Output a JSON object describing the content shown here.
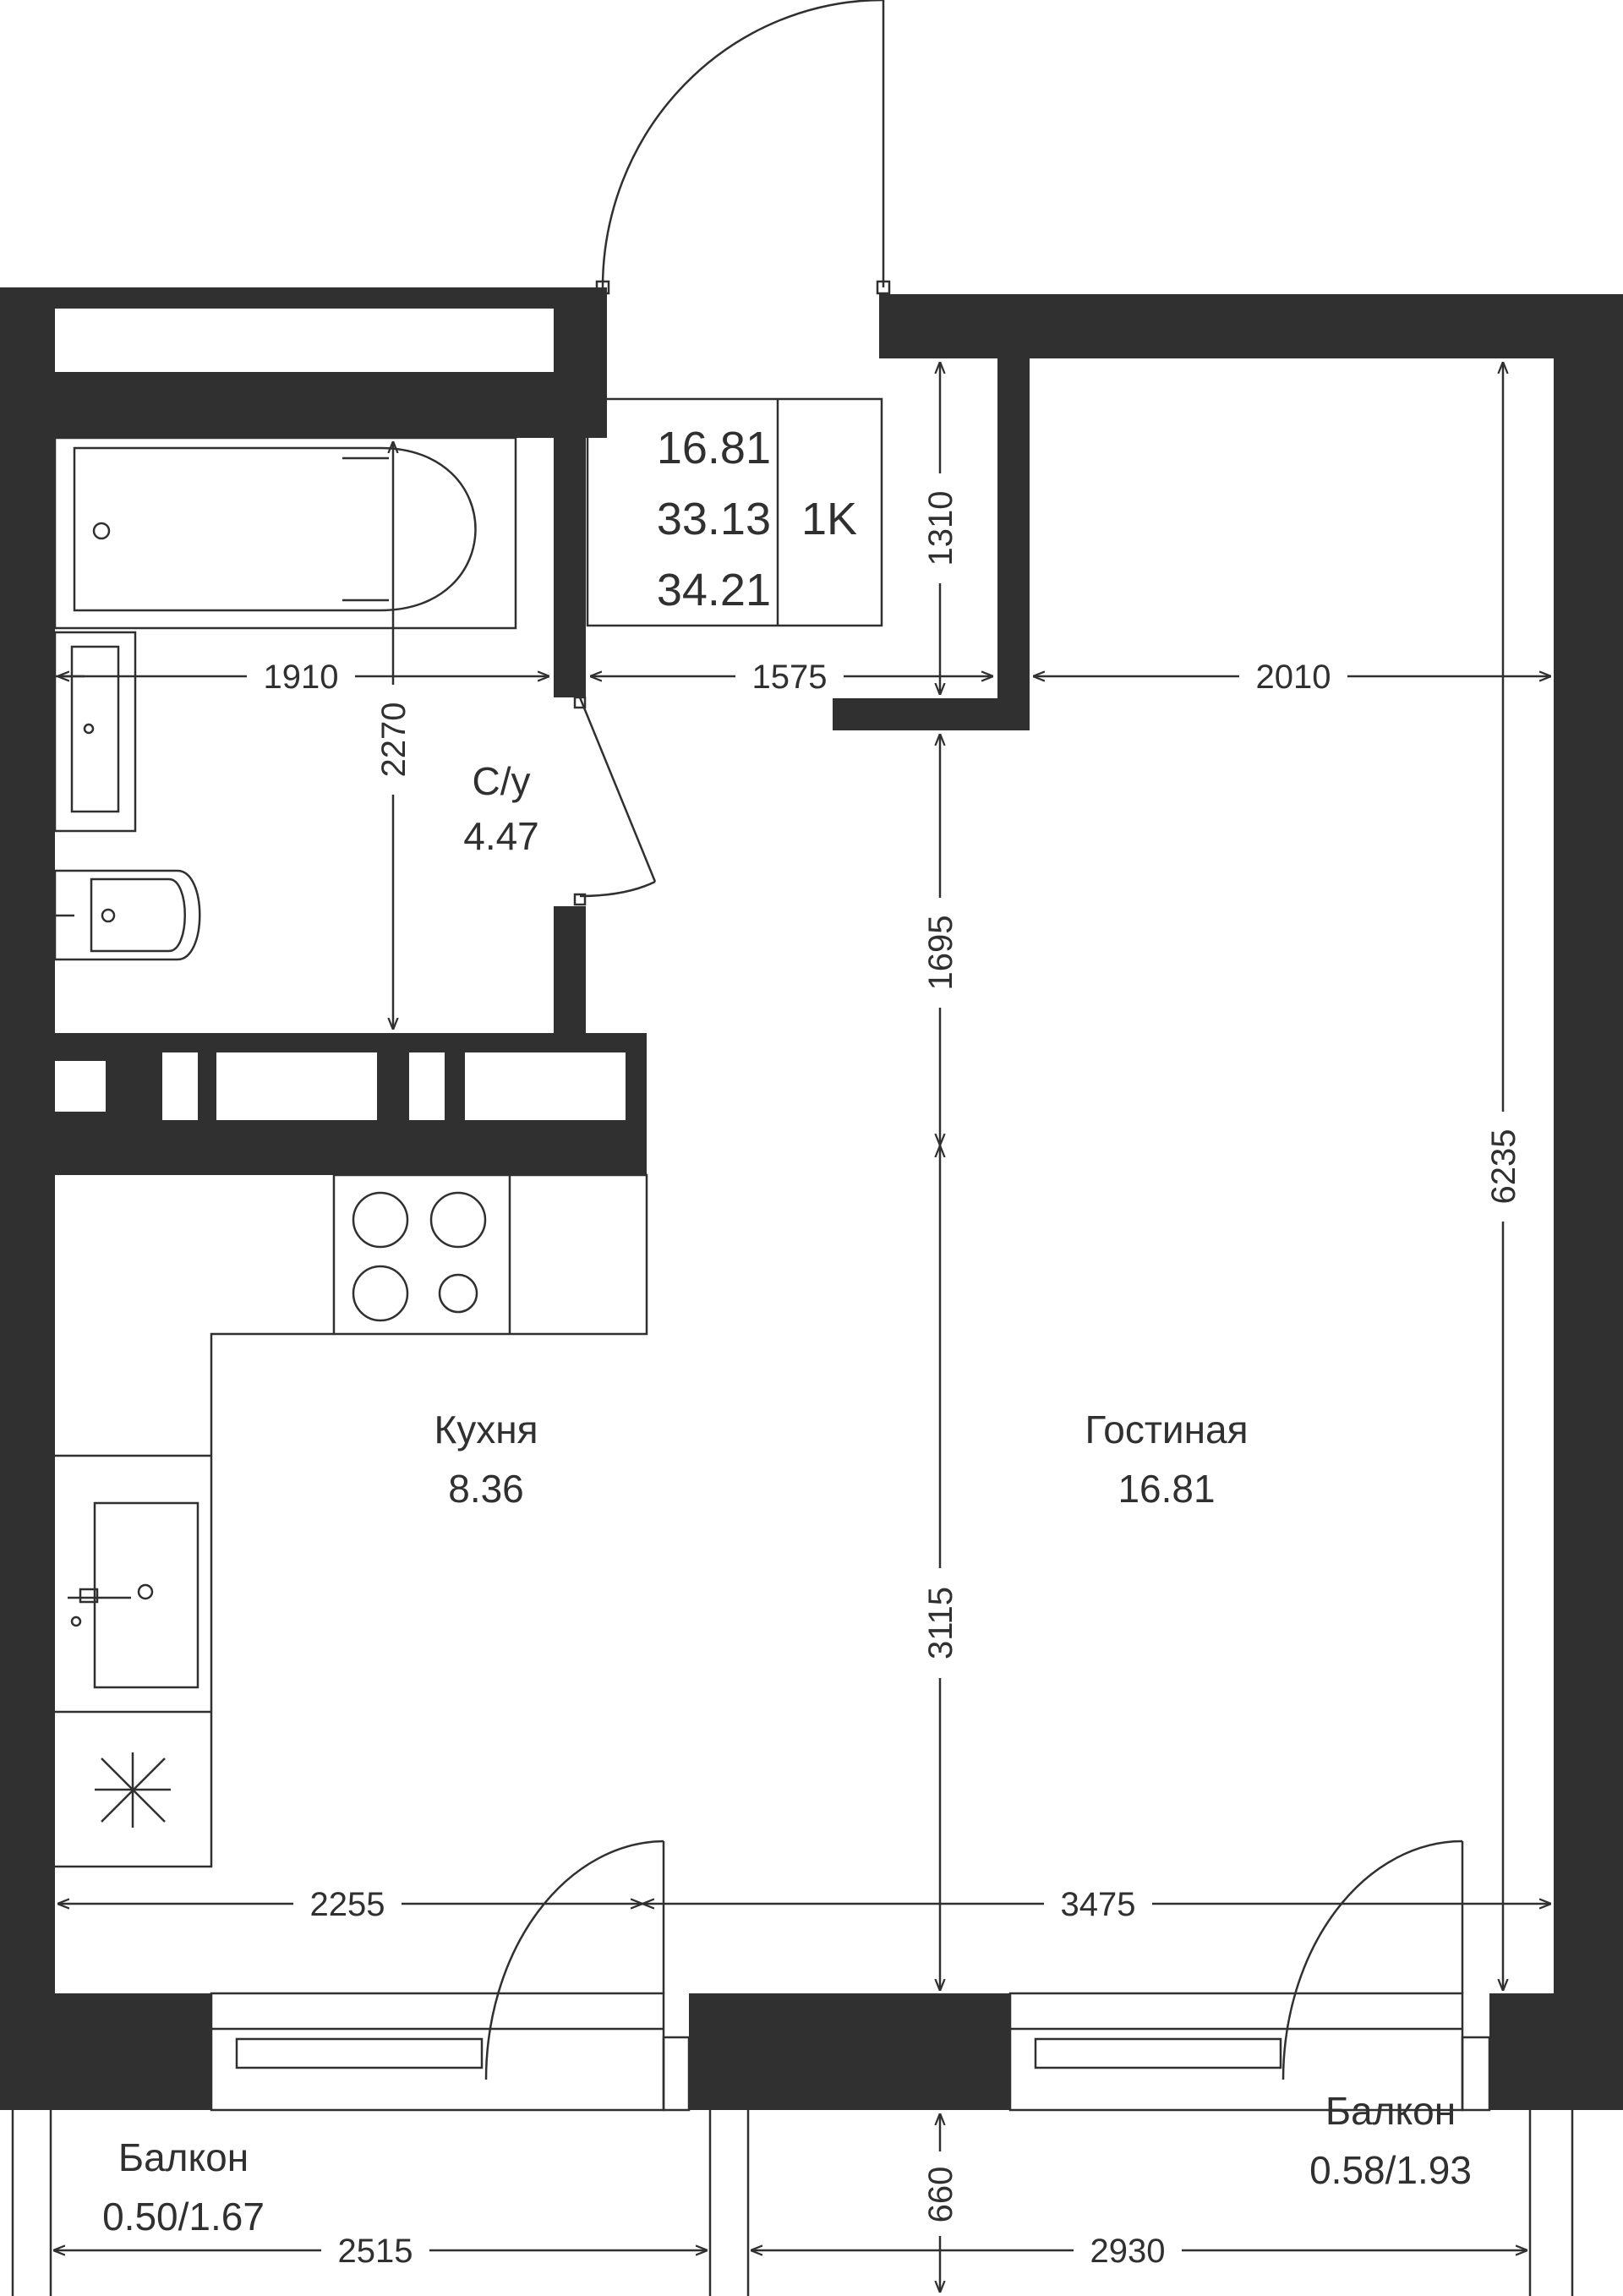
{
  "plan_type": "1K",
  "summary": {
    "living_area": "16.81",
    "total_area": "33.13",
    "total_area_with_balcony": "34.21",
    "type_label": "1K"
  },
  "rooms": {
    "bathroom": {
      "name": "С/у",
      "area": "4.47"
    },
    "kitchen": {
      "name": "Кухня",
      "area": "8.36"
    },
    "living": {
      "name": "Гостиная",
      "area": "16.81"
    },
    "balcony_left": {
      "name": "Балкон",
      "area": "0.50/1.67"
    },
    "balcony_right": {
      "name": "Балкон",
      "area": "0.58/1.93"
    }
  },
  "dimensions": {
    "bath_width": "1910",
    "bath_depth": "2270",
    "hall_width": "1575",
    "living_top_width": "2010",
    "entry_depth": "1310",
    "hall_depth": "1695",
    "living_depth": "3115",
    "total_depth": "6235",
    "kitchen_width": "2255",
    "living_width": "3475",
    "balcony_depth": "660",
    "balcony_left_width": "2515",
    "balcony_right_width": "2930"
  },
  "colors": {
    "wall": "#303030",
    "background": "#ffffff"
  }
}
